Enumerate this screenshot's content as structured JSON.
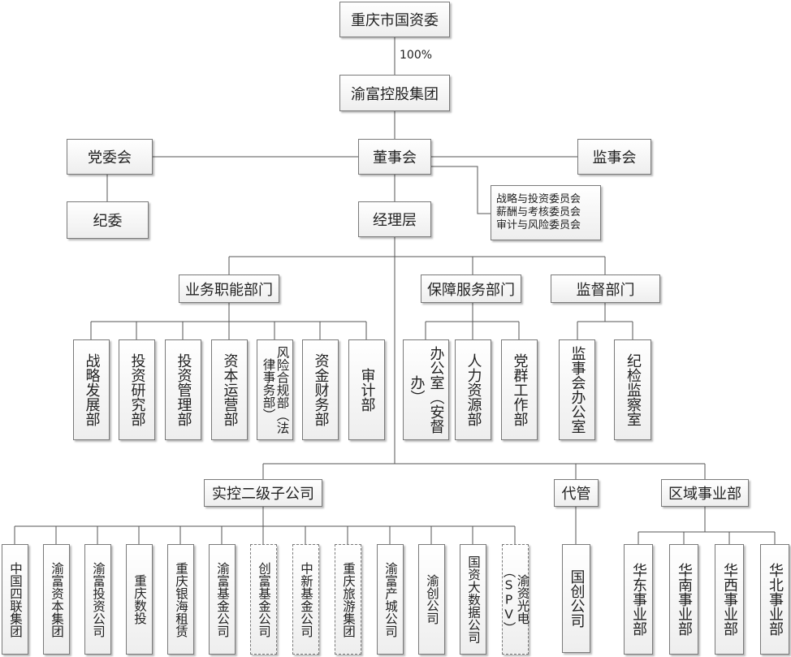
{
  "top": {
    "root": "重庆市国资委",
    "ownership": "100%",
    "group": "渝富控股集团",
    "board": "董事会",
    "party_committee": "党委会",
    "discipline_committee": "纪委",
    "supervisory_board": "监事会",
    "board_committees": [
      "战略与投资委员会",
      "薪酬与考核委员会",
      "审计与风险委员会"
    ],
    "management": "经理层"
  },
  "categories": {
    "business": "业务职能部门",
    "support": "保障服务部门",
    "supervision": "监督部门"
  },
  "business_depts": [
    "战略发展部",
    "投资研究部",
    "投资管理部",
    "资本运营部",
    "风险合规部（法律事务部）",
    "资金财务部",
    "审计部"
  ],
  "support_depts": [
    "办公室（安督办）",
    "人力资源部",
    "党群工作部"
  ],
  "supervision_depts": [
    "监事会办公室",
    "纪检监察室"
  ],
  "groups": {
    "subsidiaries": "实控二级子公司",
    "managed": "代管",
    "regional": "区域事业部"
  },
  "subsidiaries": [
    {
      "name": "中国四联集团",
      "dashed": false
    },
    {
      "name": "渝富资本集团",
      "dashed": false
    },
    {
      "name": "渝富投资公司",
      "dashed": false
    },
    {
      "name": "重庆数投",
      "dashed": false
    },
    {
      "name": "重庆银海租赁",
      "dashed": false
    },
    {
      "name": "渝富基金公司",
      "dashed": false
    },
    {
      "name": "创富基金公司",
      "dashed": true
    },
    {
      "name": "中新基金公司",
      "dashed": true
    },
    {
      "name": "重庆旅游集团",
      "dashed": true
    },
    {
      "name": "渝富产城公司",
      "dashed": false
    },
    {
      "name": "渝创公司",
      "dashed": false
    },
    {
      "name": "国资大数据公司",
      "dashed": false
    },
    {
      "name": "渝资光电（SPV）",
      "dashed": true
    }
  ],
  "managed_companies": [
    "国创公司"
  ],
  "regional_divisions": [
    "华东事业部",
    "华南事业部",
    "华西事业部",
    "华北事业部"
  ]
}
